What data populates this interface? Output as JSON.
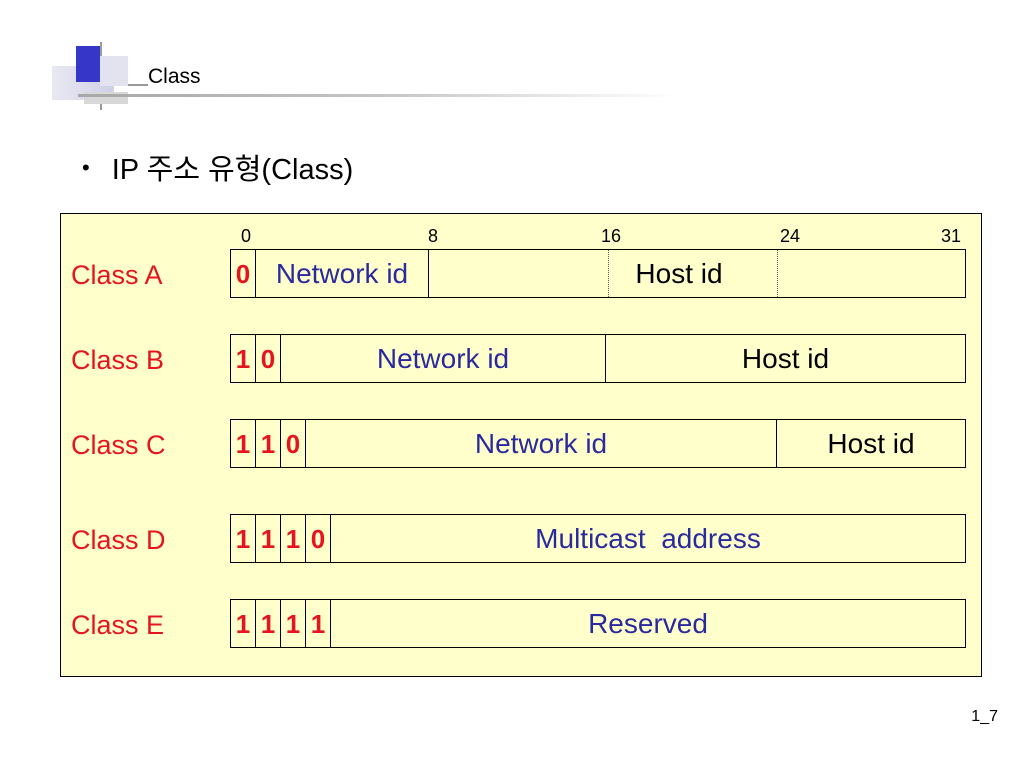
{
  "slide": {
    "title": "Class",
    "bullet_text": "IP 주소 유형(Class)",
    "page_number": "1_7"
  },
  "diagram": {
    "bit_positions": [
      "0",
      "8",
      "16",
      "24",
      "31"
    ],
    "rows": [
      {
        "label": "Class A",
        "bits": [
          "0"
        ],
        "network": "Network id",
        "host": "Host id"
      },
      {
        "label": "Class B",
        "bits": [
          "1",
          "0"
        ],
        "network": "Network id",
        "host": "Host id"
      },
      {
        "label": "Class C",
        "bits": [
          "1",
          "1",
          "0"
        ],
        "network": "Network id",
        "host": "Host id"
      },
      {
        "label": "Class D",
        "bits": [
          "1",
          "1",
          "1",
          "0"
        ],
        "field": "Multicast  address"
      },
      {
        "label": "Class E",
        "bits": [
          "1",
          "1",
          "1",
          "1"
        ],
        "field": "Reserved"
      }
    ]
  },
  "colors": {
    "class_label": "#e6141e",
    "network_text": "#2a2a9e",
    "diagram_background": "#ffffcc",
    "accent_blue": "#3333cc"
  }
}
